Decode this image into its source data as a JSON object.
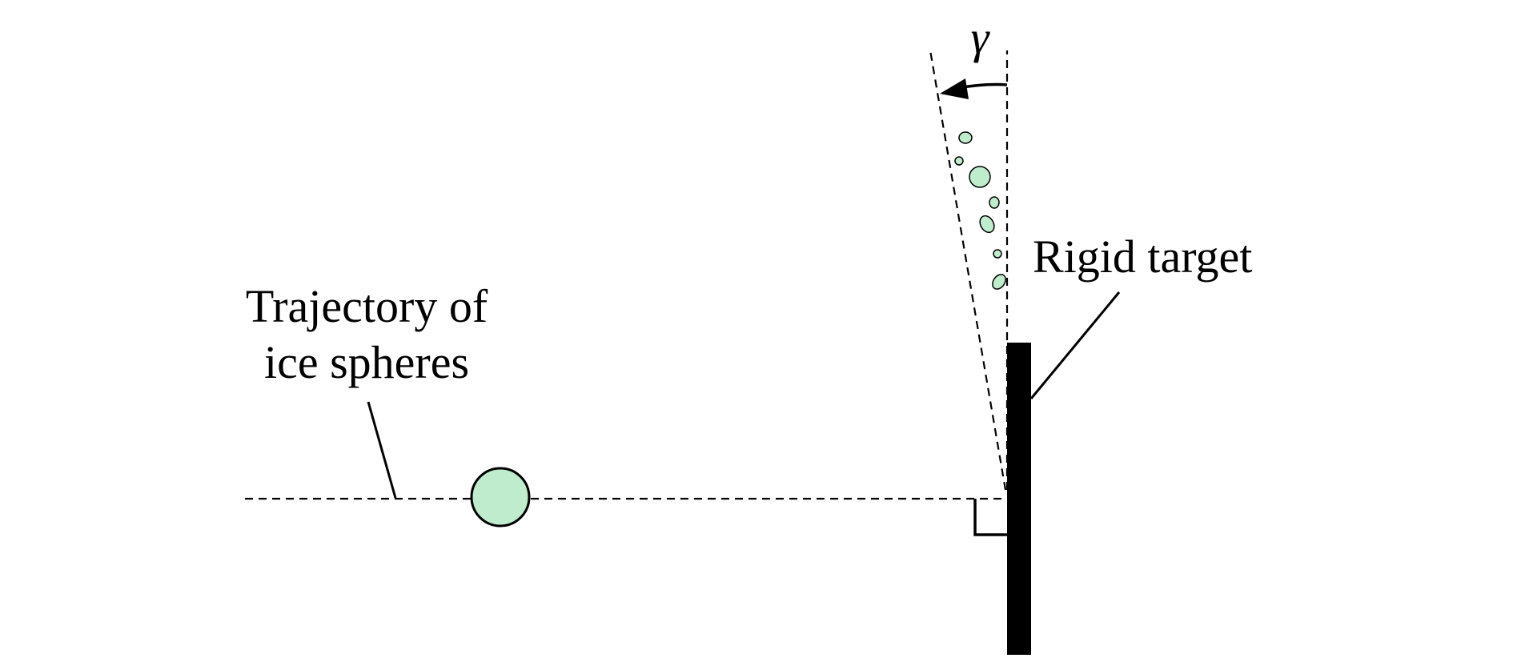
{
  "labels": {
    "trajectory_line1": "Trajectory of",
    "trajectory_line2": "ice spheres",
    "rigid_target": "Rigid target",
    "angle_symbol": "γ"
  },
  "colors": {
    "ice": "#bfeccc",
    "ink": "#000000",
    "background": "#ffffff"
  }
}
